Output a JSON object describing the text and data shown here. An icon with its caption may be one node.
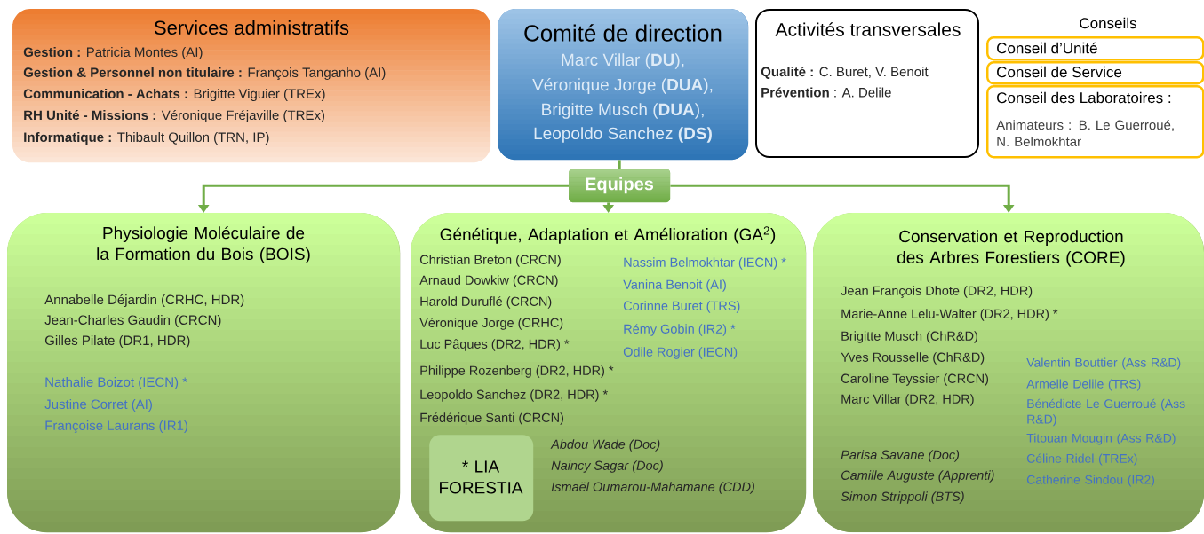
{
  "diagram": {
    "nodes": [
      {
        "text": [
          "Services administratifs",
          "**Gestion :** Patricia Montes (AI)",
          "**Gestion & Personnel non titulaire :** François Tanganho (AI)",
          "**Communication  -  Achats :** Brigitte Viguier (TREx)",
          "**RH Unité - Missions :** Véronique Fréjaville (TREx)",
          "**Informatique :** Thibault Quillon (TRN, IP)"
        ]
      },
      {
        "text": [
          "Comité de direction",
          "Marc Villar (**DU**),",
          "Véronique Jorge (**DUA**),",
          "Brigitte Musch (**DUA**),",
          "Leopoldo Sanchez **(DS)**"
        ]
      },
      {
        "text": [
          "Activités transversales",
          "**Qualité :** C. Buret, V. Benoit",
          "**Prévention** : A. Delile"
        ]
      },
      {
        "text": [
          "Conseil d’Unité"
        ]
      },
      {
        "text": [
          "Conseil de Service"
        ]
      },
      {
        "text": [
          "Conseil des Laboratoires :",
          "Animateurs : B. Le Guerroué, N. Belmokhtar"
        ]
      },
      {
        "text": [
          "Equipes"
        ]
      },
      {
        "text": [
          "Physiologie Moléculaire de la Formation du Bois (BOIS)",
          "Annabelle Déjardin (CRHC, HDR)",
          "Jean-Charles Gaudin (CRCN)",
          "Gilles Pilate (DR1, HDR)",
          "Nathalie Boizot (IECN) *",
          "Justine Corret (AI)",
          "Françoise Laurans (IR1)"
        ]
      },
      {
        "text": [
          "Génétique, Adaptation et Amélioration (GA$^{2}$)",
          "Christian Breton (CRCN)",
          "Arnaud Dowkiw (CRCN)",
          "Harold Duruflé (CRCN)",
          "Véronique Jorge (CRHC)",
          "Luc Pâques (DR2, HDR) *",
          "Philippe Rozenberg (DR2, HDR) *",
          "Leopoldo Sanchez (DR2, HDR) *",
          "Frédérique Santi (CRCN)",
          "Nassim Belmokhtar (IECN) *",
          "Vanina Benoit (AI)",
          "Corinne Buret (TRS)",
          "Rémy Gobin (IR2) *",
          "Odile Rogier (IECN)",
          "Abdou Wade (Doc)",
          "Naincy Sagar (Doc)",
          "Ismaël Oumarou-Mahamane (CDD)"
        ]
      },
      {
        "text": [
          "* LIA FORESTIA"
        ],
        "in": 8
      },
      {
        "text": [
          "Conservation et Reproduction des Arbres Forestiers (CORE)",
          "Jean François Dhote (DR2, HDR)",
          "Marie-Anne Lelu-Walter (DR2, HDR) *",
          "Brigitte Musch (ChR&D)",
          "Yves Rousselle (ChR&D)",
          "Caroline Teyssier (CRCN)",
          "Marc Villar (DR2, HDR)",
          "Valentin Bouttier (Ass R&D)",
          "Armelle Delile (TRS)",
          "Bénédicte Le Guerroué (Ass R&D)",
          "Titouan Mougin (Ass R&D)",
          "Céline Ridel (TREx)",
          "Catherine Sindou (IR2)",
          "Parisa Savane (Doc)",
          "Camille Auguste (Apprenti)",
          "Simon Strippoli (BTS)"
        ]
      }
    ],
    "edges": [
      {
        "from": 1,
        "to": 6,
        "arrow": "none"
      },
      {
        "from": 6,
        "to": 7,
        "arrow": "to"
      },
      {
        "from": 6,
        "to": 8,
        "arrow": "to"
      },
      {
        "from": 6,
        "to": 10,
        "arrow": "to"
      }
    ],
    "labels": [
      "Conseils"
    ]
  }
}
